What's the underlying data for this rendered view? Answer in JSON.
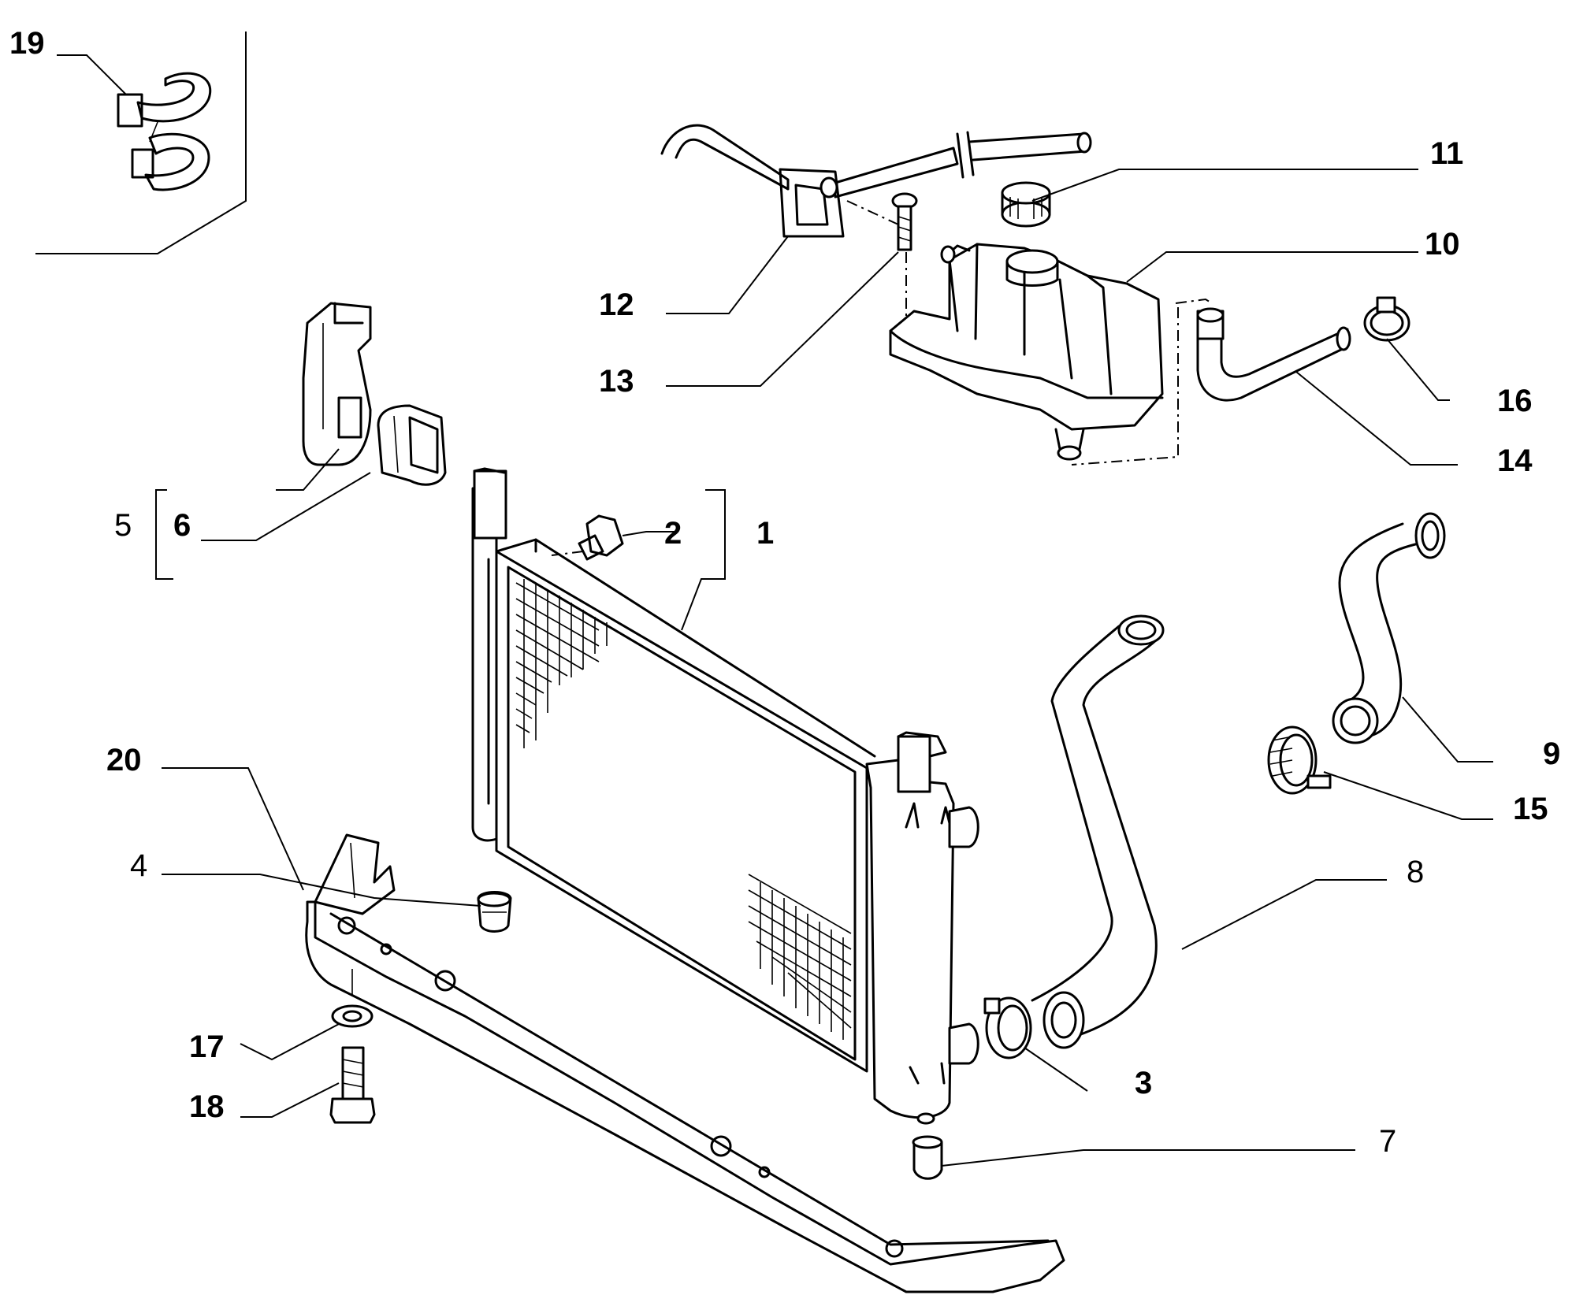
{
  "diagram": {
    "background": "#ffffff",
    "line_color": "#000000",
    "callouts": {
      "c1": "1",
      "c2": "2",
      "c3": "3",
      "c4": "4",
      "c5": "5",
      "c6": "6",
      "c7": "7",
      "c8": "8",
      "c9": "9",
      "c10": "10",
      "c11": "11",
      "c12": "12",
      "c13": "13",
      "c14": "14",
      "c15": "15",
      "c16": "16",
      "c17": "17",
      "c18": "18",
      "c19": "19",
      "c20": "20"
    }
  }
}
